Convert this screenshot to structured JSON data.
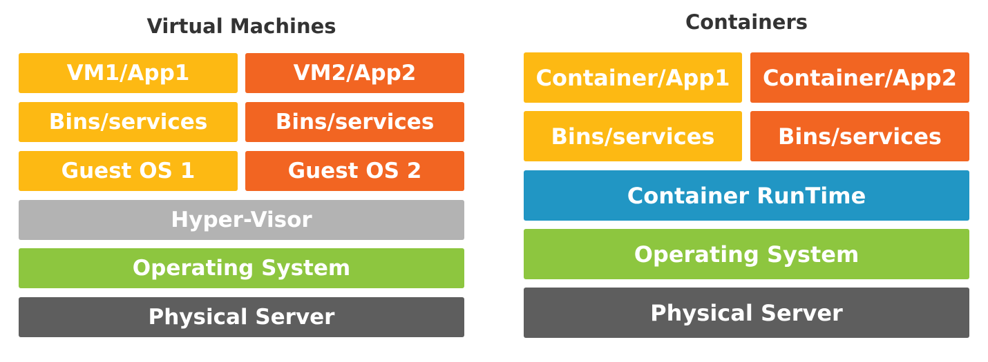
{
  "colors": {
    "yellow": "#FDB913",
    "orange": "#F26522",
    "gray": "#B3B3B3",
    "green": "#8DC63F",
    "dark": "#5E5E5E",
    "blue": "#2196C4",
    "title_text": "#333333"
  },
  "virtual_machines": {
    "title": "Virtual Machines",
    "vm1_app": "VM1/App1",
    "vm2_app": "VM2/App2",
    "vm1_bins": "Bins/services",
    "vm2_bins": "Bins/services",
    "guest_os_1": "Guest OS 1",
    "guest_os_2": "Guest OS 2",
    "hypervisor": "Hyper-Visor",
    "operating_system": "Operating System",
    "physical_server": "Physical Server"
  },
  "containers": {
    "title": "Containers",
    "container_app1": "Container/App1",
    "container_app2": "Container/App2",
    "bins_1": "Bins/services",
    "bins_2": "Bins/services",
    "runtime": "Container RunTime",
    "operating_system": "Operating System",
    "physical_server": "Physical Server"
  }
}
